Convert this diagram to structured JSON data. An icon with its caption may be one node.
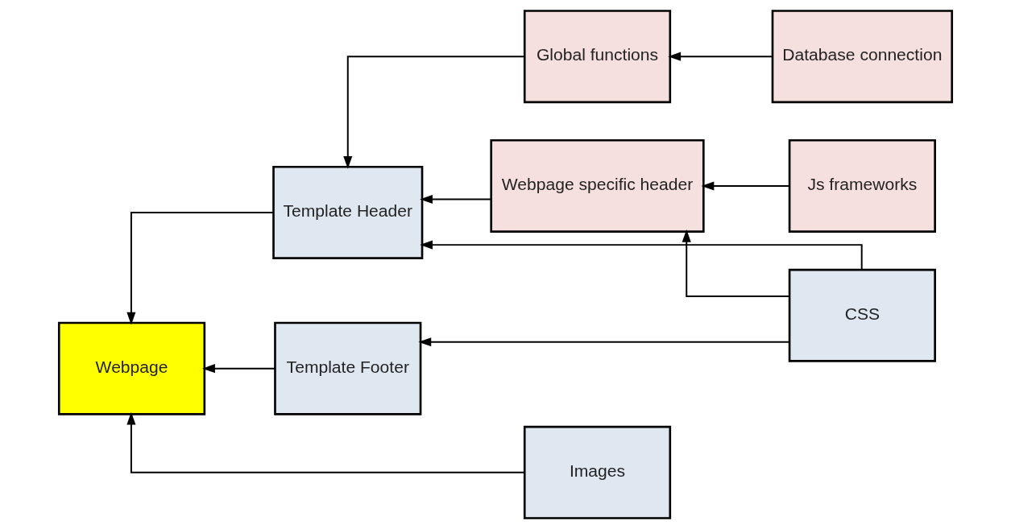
{
  "diagram": {
    "nodes": [
      {
        "text": [
          "Webpage"
        ]
      },
      {
        "text": [
          "Template Header"
        ]
      },
      {
        "text": [
          "Global functions"
        ]
      },
      {
        "text": [
          "Database connection"
        ]
      },
      {
        "text": [
          "Template Footer"
        ]
      },
      {
        "text": [
          "Webpage specific header"
        ]
      },
      {
        "text": [
          "Js frameworks"
        ]
      },
      {
        "text": [
          "Images"
        ]
      },
      {
        "text": [
          "CSS"
        ]
      }
    ],
    "edges": [
      {
        "from": 1,
        "to": 0,
        "arrow": "to"
      },
      {
        "from": 4,
        "to": 0,
        "arrow": "to"
      },
      {
        "from": 7,
        "to": 0,
        "arrow": "to"
      },
      {
        "from": 2,
        "to": 1,
        "arrow": "to"
      },
      {
        "from": 5,
        "to": 1,
        "arrow": "to"
      },
      {
        "from": 8,
        "to": 1,
        "arrow": "to"
      },
      {
        "from": 3,
        "to": 2,
        "arrow": "to"
      },
      {
        "from": 8,
        "to": 4,
        "arrow": "to"
      },
      {
        "from": 6,
        "to": 5,
        "arrow": "to"
      },
      {
        "from": 8,
        "to": 5,
        "arrow": "to"
      }
    ]
  }
}
